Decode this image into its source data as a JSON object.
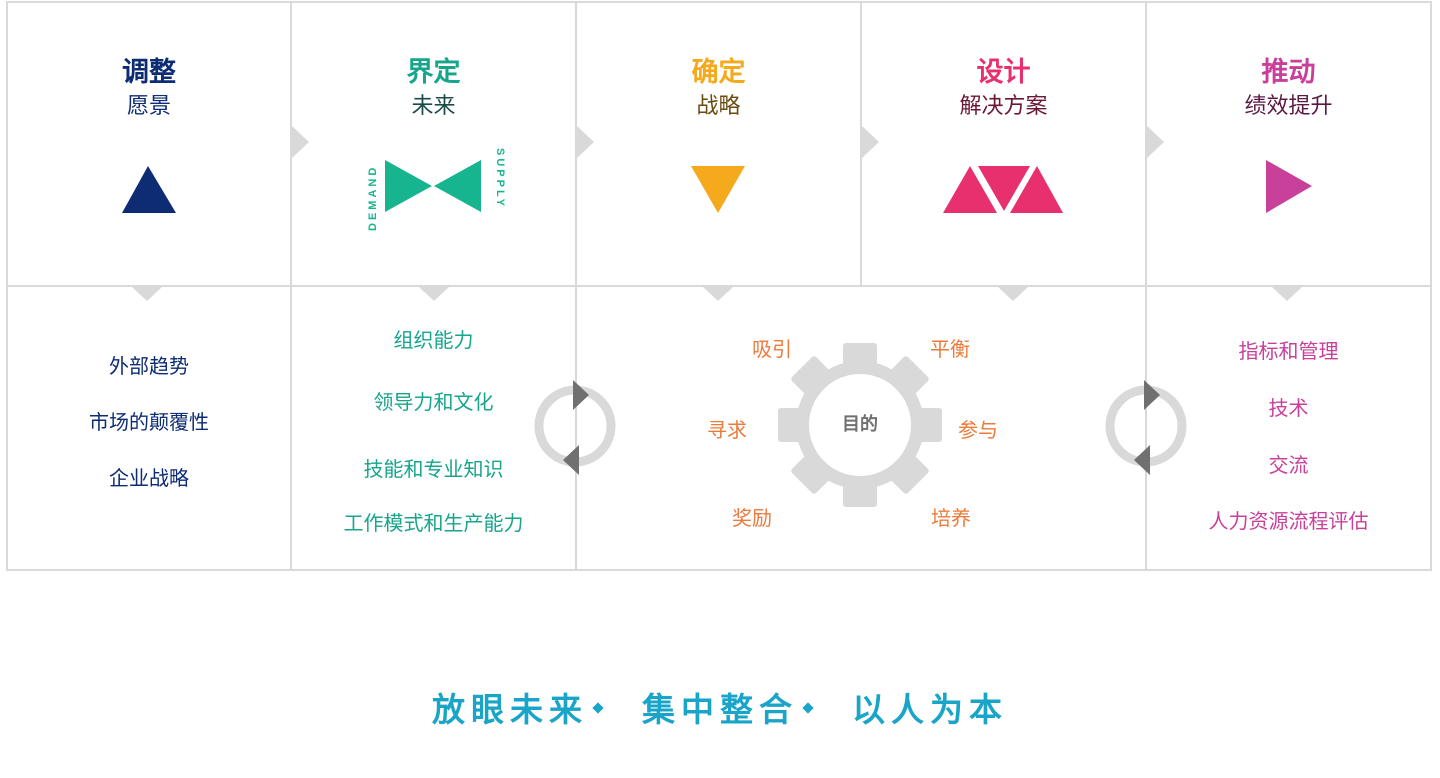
{
  "stages": [
    {
      "title": "调整",
      "subtitle": "愿景",
      "title_color": "#0d2c73",
      "subtitle_color": "#0d2c73"
    },
    {
      "title": "界定",
      "subtitle": "未来",
      "title_color": "#17a58c",
      "subtitle_color": "#1b4a49"
    },
    {
      "title": "确定",
      "subtitle": "战略",
      "title_color": "#f5a91d",
      "subtitle_color": "#6a4b10"
    },
    {
      "title": "设计",
      "subtitle": "解决方案",
      "title_color": "#e8306e",
      "subtitle_color": "#6b1838"
    },
    {
      "title": "推动",
      "subtitle": "绩效提升",
      "title_color": "#c9409a",
      "subtitle_color": "#5a1845"
    }
  ],
  "bowtie": {
    "left_label": "DEMAND",
    "right_label": "SUPPLY",
    "color": "#17b58f"
  },
  "vision_items": [
    "外部趋势",
    "市场的颠覆性",
    "企业战略"
  ],
  "future_items": [
    "组织能力",
    "领导力和文化",
    "技能和专业知识",
    "工作模式和生产能力"
  ],
  "gear": {
    "center": "目的",
    "labels": [
      "吸引",
      "平衡",
      "寻求",
      "参与",
      "奖励",
      "培养"
    ]
  },
  "drive_items": [
    "指标和管理",
    "技术",
    "交流",
    "人力资源流程评估"
  ],
  "slogan": [
    "放眼未来",
    "集中整合",
    "以人为本"
  ],
  "colors": {
    "navy": "#0d2c73",
    "teal": "#17a58c",
    "amber": "#f5a91d",
    "pink": "#e8306e",
    "magenta": "#c9409a",
    "gear_label": "#ec7a3b",
    "slogan": "#1aa5c8",
    "border": "#d9d9d9"
  }
}
